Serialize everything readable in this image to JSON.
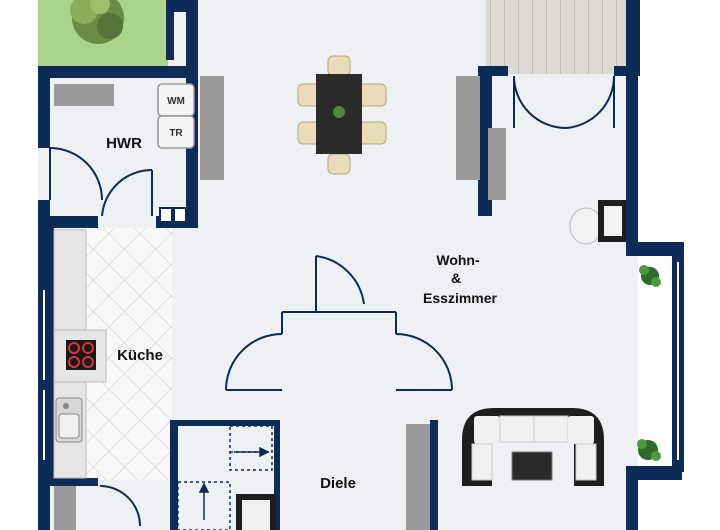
{
  "rooms": {
    "hwr": "HWR",
    "kueche": "Küche",
    "wohn_line1": "Wohn-",
    "wohn_line2": "&",
    "wohn_line3": "Esszimmer",
    "diele": "Diele"
  },
  "appliances": {
    "washer": "WM",
    "dryer": "TR"
  },
  "colors": {
    "wall": "#0d2b57",
    "floor": "#eef0f3",
    "kitchen_tile": "#f7f7f7",
    "garden": "#a9d48a",
    "terrace": "#d8d4d0",
    "furniture_dark": "#2b2b2b",
    "chair": "#e9dcb8",
    "cabinet": "#9a9a9a"
  },
  "icons": [
    "tree-icon",
    "plant-icon",
    "stove-icon",
    "sink-icon",
    "stair-arrow-icon"
  ]
}
